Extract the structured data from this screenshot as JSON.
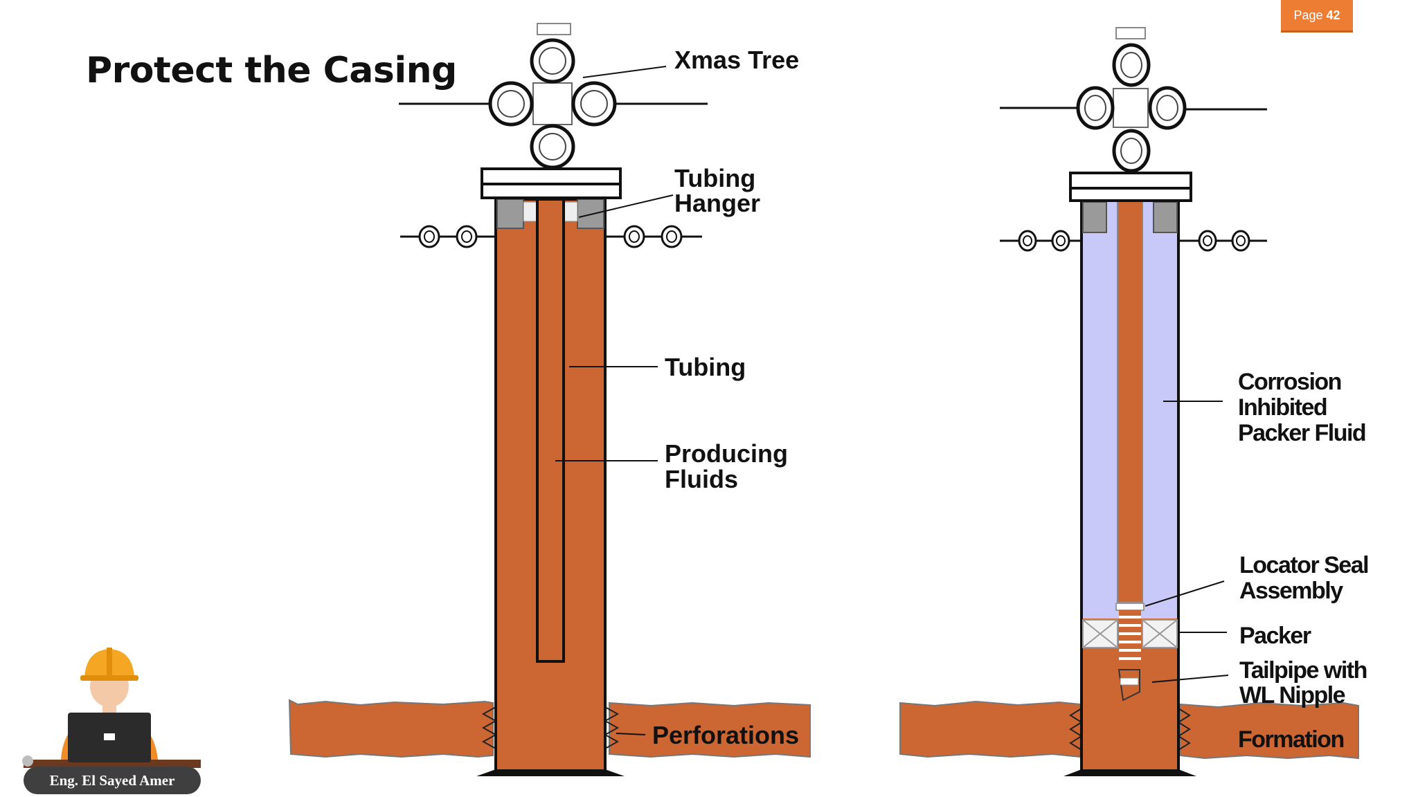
{
  "page": {
    "label": "Page",
    "number": "42"
  },
  "title": "Protect the Casing",
  "author": "Eng. El Sayed Amer",
  "colors": {
    "fluid": "#cc6633",
    "packer_fluid": "#c9c9f9",
    "accent": "#ee7d34",
    "steel": "#9a9a9a"
  },
  "left_well": {
    "labels": {
      "xmas_tree": [
        "Xmas Tree"
      ],
      "tubing_hanger": [
        "Tubing",
        "Hanger"
      ],
      "tubing": [
        "Tubing"
      ],
      "producing_fluids": [
        "Producing",
        "Fluids"
      ],
      "perforations": [
        "Perforations"
      ]
    }
  },
  "right_well": {
    "labels": {
      "packer_fluid": [
        "Corrosion",
        "Inhibited",
        "Packer Fluid"
      ],
      "locator_seal": [
        "Locator Seal",
        "Assembly"
      ],
      "packer": [
        "Packer"
      ],
      "tailpipe": [
        "Tailpipe with",
        "WL Nipple"
      ],
      "formation": [
        "Formation"
      ]
    }
  }
}
